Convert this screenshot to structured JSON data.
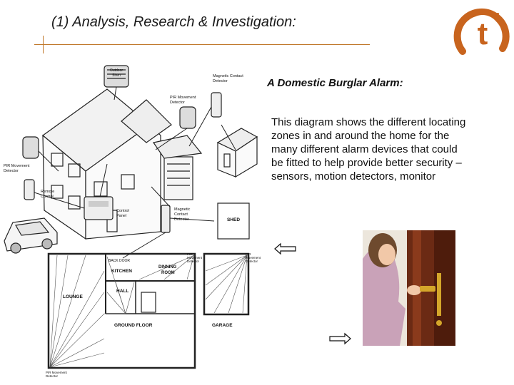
{
  "slide": {
    "title": "(1) Analysis, Research & Investigation:",
    "logo": {
      "letter": "t",
      "superscript": "4",
      "color": "#c8641e",
      "icon": "t4-logo"
    }
  },
  "content": {
    "heading": "A Domestic Burglar Alarm:",
    "description": "This diagram shows the different locating zones in and around the home for the many different alarm devices that could be fitted to help provide better security – sensors, motion detectors, monitor"
  },
  "diagram": {
    "labels": {
      "outdoor_siren": [
        "Outdoor",
        "Siren"
      ],
      "magnetic_contact_top": [
        "Magnetic Contact",
        "Detector"
      ],
      "pir_top": [
        "PIR Movement",
        "Detector"
      ],
      "pir_left": [
        "PIR Movement",
        "Detector"
      ],
      "remote_control": [
        "Remote",
        "Control"
      ],
      "control_panel": [
        "Control",
        "Panel"
      ],
      "magnetic_contact_mid": [
        "Magnetic",
        "Contact",
        "Detector"
      ],
      "shed": "SHED",
      "back_door": "BACK DOOR",
      "kitchen": "KITCHEN",
      "dining_room": [
        "DINNING",
        "ROOM"
      ],
      "hall": "HALL",
      "lounge": "LOUNGE",
      "ground_floor": "GROUND FLOOR",
      "garage": "GARAGE",
      "pir_plan_1": [
        "PIR",
        "Movement",
        "Detector"
      ],
      "pir_plan_2": [
        "PIR",
        "Movement",
        "Detector"
      ],
      "pir_bottom": [
        "PIR Movement",
        "Detector"
      ]
    }
  },
  "colors": {
    "accent": "#c0782a",
    "text": "#111111"
  },
  "icons": {
    "arrow_left": "left-arrow-icon",
    "arrow_right": "right-arrow-icon"
  }
}
